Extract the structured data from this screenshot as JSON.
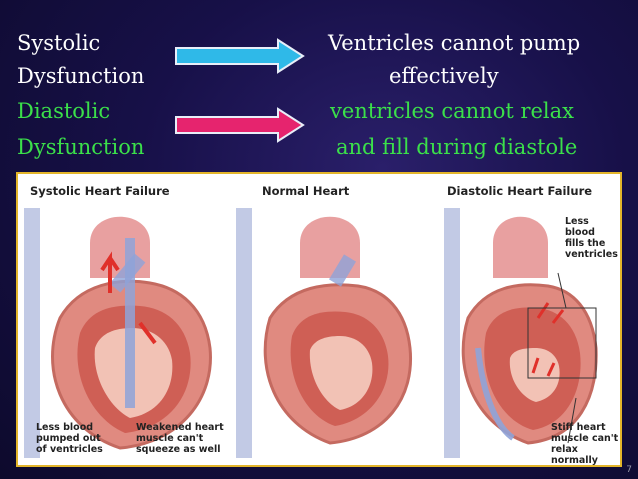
{
  "rows": [
    {
      "left": "Systolic",
      "right": "Ventricles cannot  pump",
      "color": "white"
    },
    {
      "left": "Dysfunction",
      "right": "effectively",
      "color": "white"
    },
    {
      "left": "Diastolic",
      "right": "ventricles cannot relax",
      "color": "green"
    },
    {
      "left": "Dysfunction",
      "right": "and fill during diastole",
      "color": "green"
    }
  ],
  "arrows": [
    {
      "icon": "right-arrow-icon",
      "color": "#29b6e6"
    },
    {
      "icon": "right-arrow-icon",
      "color": "#e6246e"
    }
  ],
  "figure": {
    "panels": [
      {
        "title": "Systolic Heart Failure",
        "captions": [
          "Less blood\npumped out\nof ventricles",
          "Weakened heart\nmuscle can't\nsqueeze as well"
        ]
      },
      {
        "title": "Normal Heart",
        "captions": []
      },
      {
        "title": "Diastolic Heart Failure",
        "captions": [
          "Less\nblood\nfills the\nventricles",
          "Stiff heart\nmuscle can't\nrelax normally"
        ]
      }
    ],
    "colors": {
      "frame": "#e3b52a",
      "muscle": "#d9544a",
      "vein": "#7f93c9",
      "flow_arrow": "#e0302a"
    }
  },
  "page_number": "7"
}
